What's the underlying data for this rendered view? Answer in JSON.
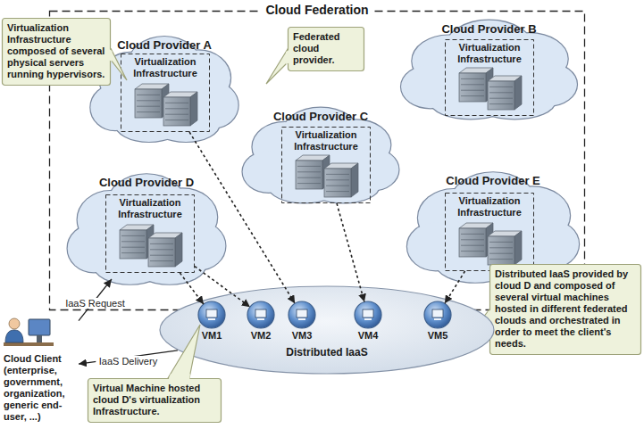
{
  "diagram": {
    "title": "Cloud Federation",
    "nodes": [
      {
        "text": [
          "Cloud Federation"
        ]
      },
      {
        "text": [
          "Virtualization Infrastructure composed of several physical servers running hypervisors."
        ]
      },
      {
        "text": [
          "Cloud Provider A"
        ],
        "in": 0
      },
      {
        "text": [
          "Virtualization Infrastructure"
        ],
        "in": 2
      },
      {
        "text": [
          "Federated cloud provider."
        ],
        "in": 0
      },
      {
        "text": [
          "Cloud Provider B"
        ],
        "in": 0
      },
      {
        "text": [
          "Virtualization Infrastructure"
        ],
        "in": 5
      },
      {
        "text": [
          "Cloud Provider C"
        ],
        "in": 0
      },
      {
        "text": [
          "Virtualization Infrastructure"
        ],
        "in": 7
      },
      {
        "text": [
          "Cloud Provider D"
        ],
        "in": 0
      },
      {
        "text": [
          "Virtualization Infrastructure"
        ],
        "in": 9
      },
      {
        "text": [
          "Cloud Provider E"
        ],
        "in": 0
      },
      {
        "text": [
          "Virtualization Infrastructure"
        ],
        "in": 11
      },
      {
        "text": [
          "Cloud Client (enterprise, government, organization, generic end-user, ...)"
        ]
      },
      {
        "text": [
          "Distributed IaaS provided by cloud D and composed of several virtual machines hosted in different federated clouds and orchestrated in order to meet the client's needs."
        ]
      },
      {
        "text": [
          "Distributed IaaS"
        ]
      },
      {
        "text": [
          "VM1"
        ],
        "in": 15
      },
      {
        "text": [
          "VM2"
        ],
        "in": 15
      },
      {
        "text": [
          "VM3"
        ],
        "in": 15
      },
      {
        "text": [
          "VM4"
        ],
        "in": 15
      },
      {
        "text": [
          "VM5"
        ],
        "in": 15
      },
      {
        "text": [
          "Virtual Machine hosted cloud D's virtualization Infrastructure."
        ]
      }
    ],
    "edges": [
      {
        "from": 13,
        "to": 9,
        "label": "IaaS Request",
        "arrow": "to"
      },
      {
        "from": 15,
        "to": 13,
        "label": "IaaS Delivery",
        "arrow": "to"
      },
      {
        "from": 3,
        "to": 18,
        "arrow": "to"
      },
      {
        "from": 10,
        "to": 16,
        "arrow": "to"
      },
      {
        "from": 10,
        "to": 17,
        "arrow": "to"
      },
      {
        "from": 8,
        "to": 19,
        "arrow": "to"
      },
      {
        "from": 12,
        "to": 20,
        "arrow": "to"
      }
    ]
  }
}
